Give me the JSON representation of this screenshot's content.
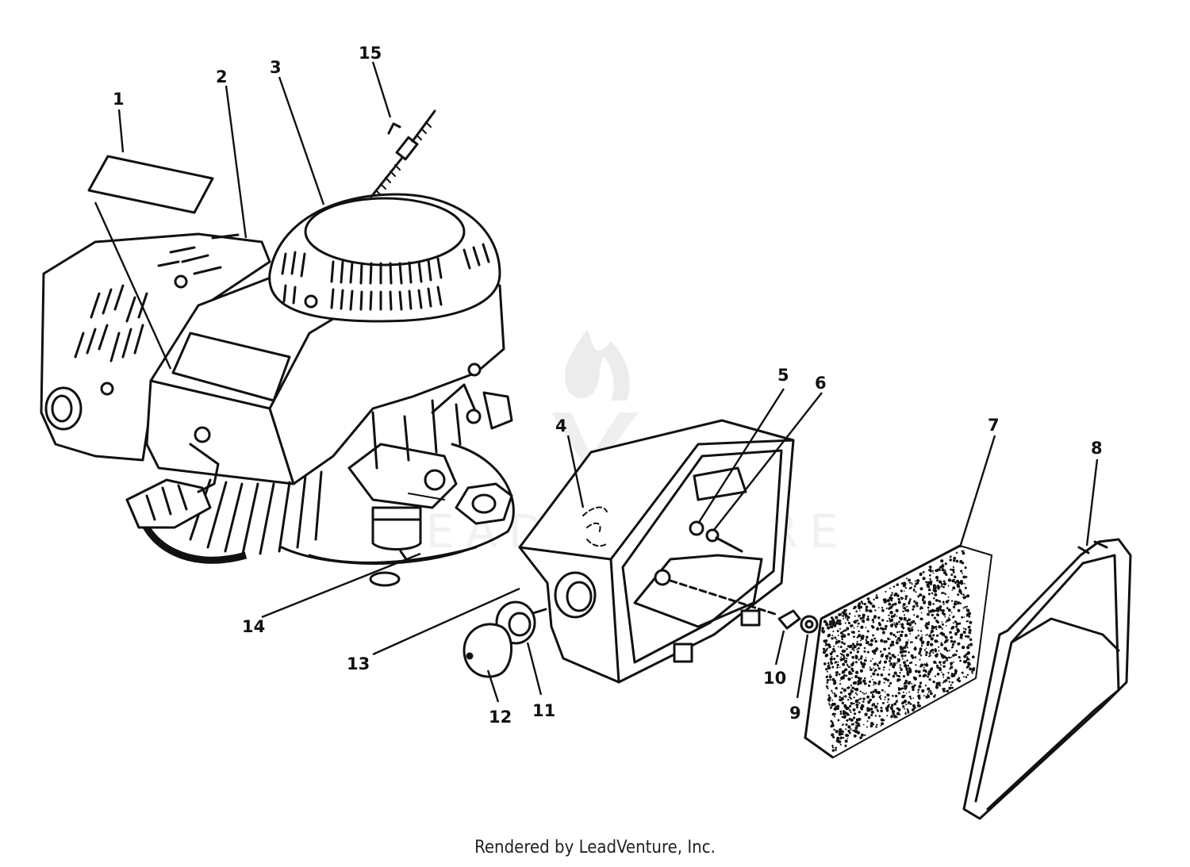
{
  "diagram": {
    "callouts": [
      {
        "id": "1",
        "label": "1"
      },
      {
        "id": "2",
        "label": "2"
      },
      {
        "id": "3",
        "label": "3"
      },
      {
        "id": "4",
        "label": "4"
      },
      {
        "id": "5",
        "label": "5"
      },
      {
        "id": "6",
        "label": "6"
      },
      {
        "id": "7",
        "label": "7"
      },
      {
        "id": "8",
        "label": "8"
      },
      {
        "id": "9",
        "label": "9"
      },
      {
        "id": "10",
        "label": "10"
      },
      {
        "id": "11",
        "label": "11"
      },
      {
        "id": "12",
        "label": "12"
      },
      {
        "id": "13",
        "label": "13"
      },
      {
        "id": "14",
        "label": "14"
      },
      {
        "id": "15",
        "label": "15"
      }
    ]
  },
  "footer": {
    "credit": "Rendered by LeadVenture, Inc."
  },
  "watermark": {
    "text": "LEADVENTURE"
  }
}
